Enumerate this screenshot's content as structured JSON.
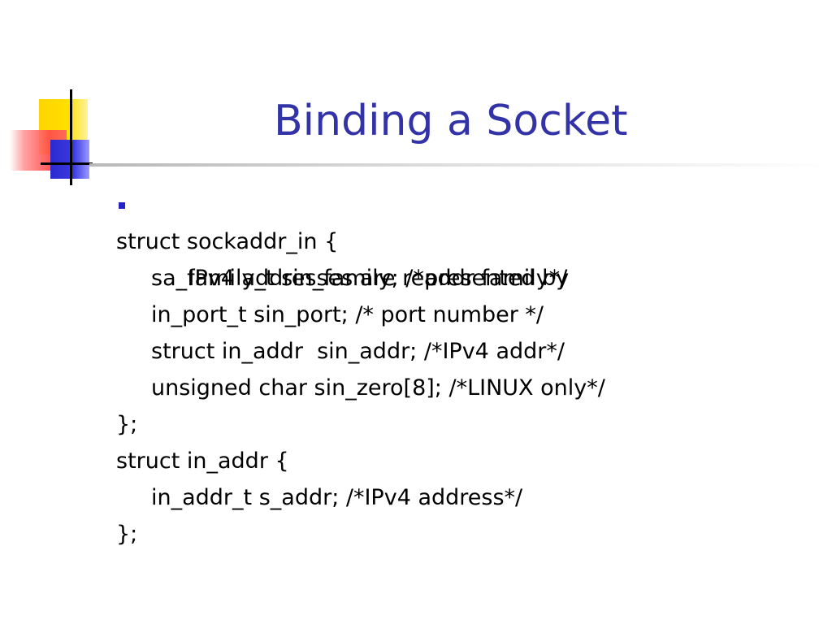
{
  "slide": {
    "title": "Binding a Socket",
    "bullet": "IPv4 addresses are represented by",
    "code_lines": [
      {
        "text": "struct sockaddr_in {",
        "indent": 0
      },
      {
        "text": "sa_family_t sin_family; /*addr family*/",
        "indent": 1
      },
      {
        "text": "in_port_t sin_port; /* port number */",
        "indent": 1
      },
      {
        "text": "struct in_addr  sin_addr; /*IPv4 addr*/",
        "indent": 1
      },
      {
        "text": "unsigned char sin_zero[8]; /*LINUX only*/",
        "indent": 1
      },
      {
        "text": "};",
        "indent": 0
      },
      {
        "text": "struct in_addr {",
        "indent": 0
      },
      {
        "text": "in_addr_t s_addr; /*IPv4 address*/",
        "indent": 1
      },
      {
        "text": "};",
        "indent": 0
      }
    ]
  },
  "colors": {
    "title": "#3333a8",
    "bullet": "#2323c8",
    "text": "#000000"
  }
}
